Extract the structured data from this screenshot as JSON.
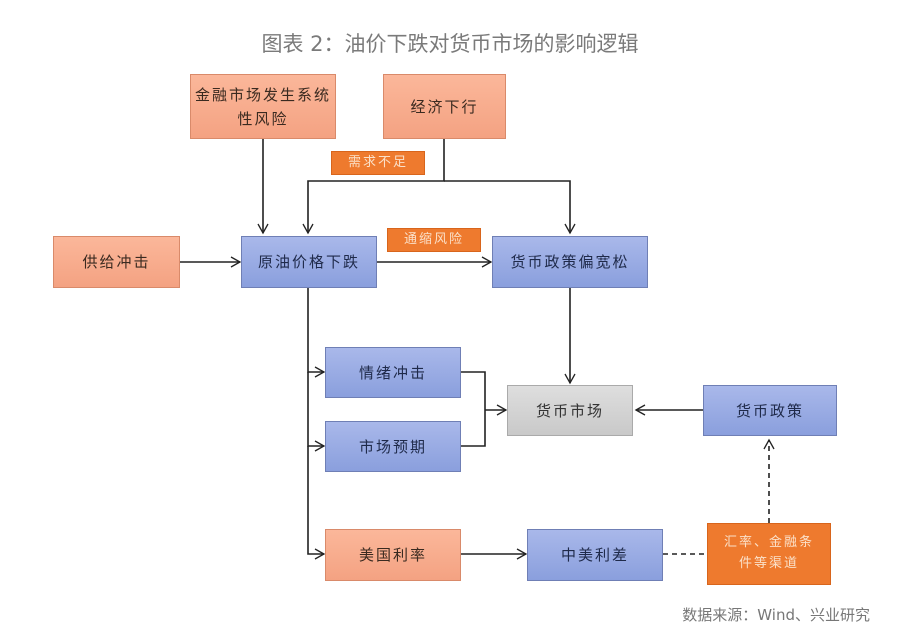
{
  "title": "图表 2：油价下跌对货币市场的影响逻辑",
  "source": "数据来源：Wind、兴业研究",
  "nodes": {
    "financial_risk": "金融市场发生系统性风险",
    "economy_down": "经济下行",
    "demand_short": "需求不足",
    "supply_shock": "供给冲击",
    "oil_drop": "原油价格下跌",
    "deflation_risk": "通缩风险",
    "loose_policy": "货币政策偏宽松",
    "sentiment_shock": "情绪冲击",
    "market_expect": "市场预期",
    "money_market": "货币市场",
    "monetary_policy": "货币政策",
    "us_rate": "美国利率",
    "cn_us_spread": "中美利差",
    "fx_channels": "汇率、金融条件等渠道"
  }
}
